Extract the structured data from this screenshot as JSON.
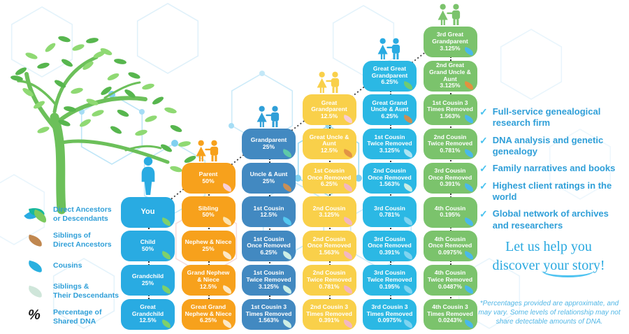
{
  "legend": {
    "items": [
      {
        "label_lines": [
          "Direct Ancestors",
          "or Descendants"
        ],
        "type": "multi-leaf",
        "colors": [
          "#29abe2",
          "#16b79e",
          "#7cc95f"
        ]
      },
      {
        "label_lines": [
          "Siblings of",
          "Direct Ancestors"
        ],
        "type": "leaf",
        "color": "#c0874f"
      },
      {
        "label_lines": [
          "Cousins"
        ],
        "type": "leaf",
        "color": "#29b0e0"
      },
      {
        "label_lines": [
          "Siblings &",
          "Their Descendants"
        ],
        "type": "leaf",
        "color": "#cfe6da"
      },
      {
        "label_lines": [
          "Percentage of",
          "Shared DNA"
        ],
        "type": "percent",
        "glyph": "%"
      }
    ]
  },
  "columns": [
    {
      "color": "#29abe2",
      "icon": "person-single",
      "icon_color": "#29abe2",
      "boxes": [
        {
          "title": "You",
          "pct": "",
          "leaf": "#7ed06b"
        },
        {
          "title": "Child",
          "pct": "50%",
          "leaf": "#7ed06b"
        },
        {
          "title": "Grandchild",
          "pct": "25%",
          "leaf": "#7ed06b"
        },
        {
          "title": "Great Grandchild",
          "pct": "12.5%",
          "leaf": "#7ed06b"
        }
      ]
    },
    {
      "color": "#f7a11c",
      "icon": "couple",
      "icon_color": "#f7a11c",
      "boxes": [
        {
          "title": "Parent",
          "pct": "50%",
          "leaf": "#f8d0da"
        },
        {
          "title": "Sibling",
          "pct": "50%",
          "leaf": "#fbe3b1"
        },
        {
          "title": "Nephew & Niece",
          "pct": "25%",
          "leaf": "#fbe8c9"
        },
        {
          "title": "Grand Nephew & Niece",
          "pct": "12.5%",
          "leaf": "#fbe8c9"
        },
        {
          "title": "Great Grand Nephew & Niece",
          "pct": "6.25%",
          "leaf": "#fbe8c9"
        }
      ]
    },
    {
      "color": "#4289c1",
      "icon": "couple",
      "icon_color": "#2f9fd8",
      "boxes": [
        {
          "title": "Grandparent",
          "pct": "25%",
          "leaf": "#5fc9a8"
        },
        {
          "title": "Uncle & Aunt",
          "pct": "25%",
          "leaf": "#c98f55"
        },
        {
          "title": "1st Cousin",
          "pct": "12.5%",
          "leaf": "#54c8f0"
        },
        {
          "title": "1st Cousin Once Removed",
          "pct": "6.25%",
          "leaf": "#cdeee4"
        },
        {
          "title": "1st Cousin Twice Removed",
          "pct": "3.125%",
          "leaf": "#cdeee4"
        },
        {
          "title": "1st Cousin 3 Times Removed",
          "pct": "1.563%",
          "leaf": "#cdeee4"
        }
      ]
    },
    {
      "color": "#f9d04a",
      "icon": "couple",
      "icon_color": "#f9d04a",
      "boxes": [
        {
          "title": "Great Grandparent",
          "pct": "12.5%",
          "leaf": "#f6cdd6"
        },
        {
          "title": "Great Uncle & Aunt",
          "pct": "12.5%",
          "leaf": "#e29344"
        },
        {
          "title": "1st Cousin Once Removed",
          "pct": "6.25%",
          "leaf": "#f3b7c1"
        },
        {
          "title": "2nd Cousin",
          "pct": "3.125%",
          "leaf": "#f3b7c1"
        },
        {
          "title": "2nd Cousin Once Removed",
          "pct": "1.563%",
          "leaf": "#f3b7c1"
        },
        {
          "title": "2nd Cousin Twice Removed",
          "pct": "0.781%",
          "leaf": "#f3b7c1"
        },
        {
          "title": "2nd Cousin 3 Times Removed",
          "pct": "0.391%",
          "leaf": "#f3b7c1"
        }
      ]
    },
    {
      "color": "#2bb8e4",
      "icon": "couple",
      "icon_color": "#29abe2",
      "boxes": [
        {
          "title": "Great Great Grandparent",
          "pct": "6.25%",
          "leaf": "#6fcb74"
        },
        {
          "title": "Great Grand Uncle & Aunt",
          "pct": "6.25%",
          "leaf": "#c98f55"
        },
        {
          "title": "1st Cousin Twice Removed",
          "pct": "3.125%",
          "leaf": "#aee4f2"
        },
        {
          "title": "2nd Cousin Once Removed",
          "pct": "1.563%",
          "leaf": "#c9ece4"
        },
        {
          "title": "3rd Cousin",
          "pct": "0.781%",
          "leaf": "#7fd4f0"
        },
        {
          "title": "3rd Cousin Once Removed",
          "pct": "0.391%",
          "leaf": "#7fd4f0"
        },
        {
          "title": "3rd Cousin Twice Removed",
          "pct": "0.195%",
          "leaf": "#7fd4f0"
        },
        {
          "title": "3rd Cousin 3 Times Removed",
          "pct": "0.0975%",
          "leaf": "#7fd4f0"
        }
      ]
    },
    {
      "color": "#7bc36c",
      "icon": "couple",
      "icon_color": "#7bc36c",
      "boxes": [
        {
          "title": "3rd Great Grandparent",
          "pct": "3.125%",
          "leaf": "#49b9ea"
        },
        {
          "title": "2nd Great Grand Uncle & Aunt",
          "pct": "3.125%",
          "leaf": "#e2913f"
        },
        {
          "title": "1st Cousin 3 Times Removed",
          "pct": "1.563%",
          "leaf": "#49b9ea"
        },
        {
          "title": "2nd Cousin Twice Removed",
          "pct": "0.781%",
          "leaf": "#49b9ea"
        },
        {
          "title": "3rd Cousin Once Removed",
          "pct": "0.391%",
          "leaf": "#49b9ea"
        },
        {
          "title": "4th Cousin",
          "pct": "0.195%",
          "leaf": "#49b9ea"
        },
        {
          "title": "4th Cousin Once Removed",
          "pct": "0.0975%",
          "leaf": "#49b9ea"
        },
        {
          "title": "4th Cousin Twice Removed",
          "pct": "0.0487%",
          "leaf": "#49b9ea"
        },
        {
          "title": "4th Cousin 3 Times Removed",
          "pct": "0.0243%",
          "leaf": "#49b9ea"
        }
      ]
    },
    {
      "note": ""
    }
  ],
  "benefits": {
    "check_glyph": "✓",
    "items": [
      "Full-service genealogical research firm",
      "DNA analysis and genetic genealogy",
      "Family narratives and books",
      "Highest client ratings in the world",
      "Global network of archives and researchers"
    ]
  },
  "tagline": {
    "line1": "Let us help you",
    "line2_pre": "discover ",
    "line2_word": "your",
    "line2_post": " story!"
  },
  "disclaimer": "*Percentages provided are approximate, and may vary. Some levels of relationship may not share detectable amounts of DNA."
}
